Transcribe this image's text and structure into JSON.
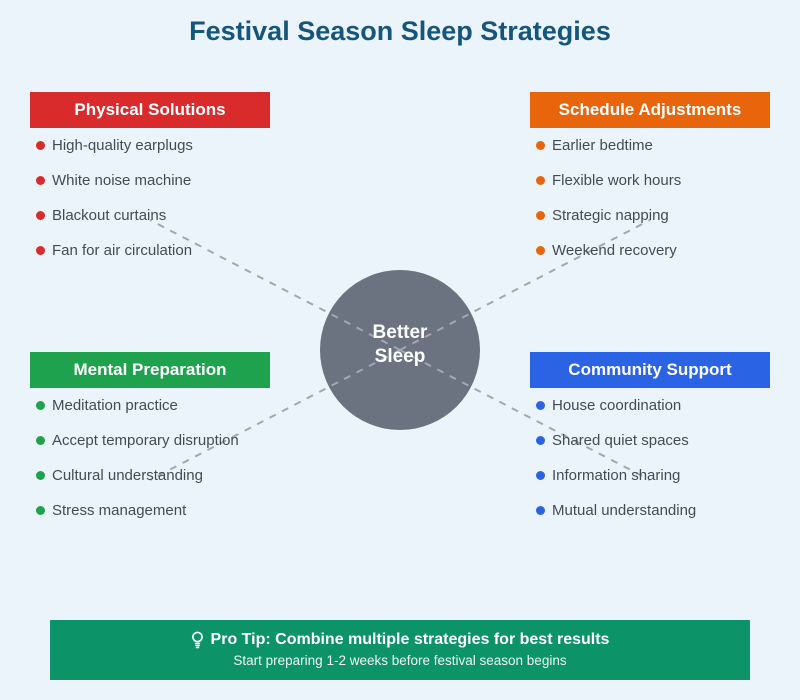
{
  "page": {
    "title": "Festival Season Sleep Strategies",
    "background_color": "#ecf4fb",
    "title_color": "#15567c"
  },
  "center": {
    "label_line1": "Better",
    "label_line2": "Sleep",
    "circle_color": "#6b7280",
    "text_color": "#ffffff"
  },
  "connector_color": "#a2a8b0",
  "quadrants": [
    {
      "label": "Physical Solutions",
      "color": "#d92b2b",
      "items": [
        "High-quality earplugs",
        "White noise machine",
        "Blackout curtains",
        "Fan for air circulation"
      ]
    },
    {
      "label": "Schedule Adjustments",
      "color": "#e8650c",
      "items": [
        "Earlier bedtime",
        "Flexible work hours",
        "Strategic napping",
        "Weekend recovery"
      ]
    },
    {
      "label": "Mental Preparation",
      "color": "#1fa24e",
      "items": [
        "Meditation practice",
        "Accept temporary disruption",
        "Cultural understanding",
        "Stress management"
      ]
    },
    {
      "label": "Community Support",
      "color": "#2a63e4",
      "items": [
        "House coordination",
        "Shared quiet spaces",
        "Information sharing",
        "Mutual understanding"
      ]
    }
  ],
  "banner": {
    "icon": "lightbulb-icon",
    "title": "Pro Tip: Combine multiple strategies for best results",
    "subtitle": "Start preparing 1-2 weeks before festival season begins",
    "color": "#0c9368"
  }
}
